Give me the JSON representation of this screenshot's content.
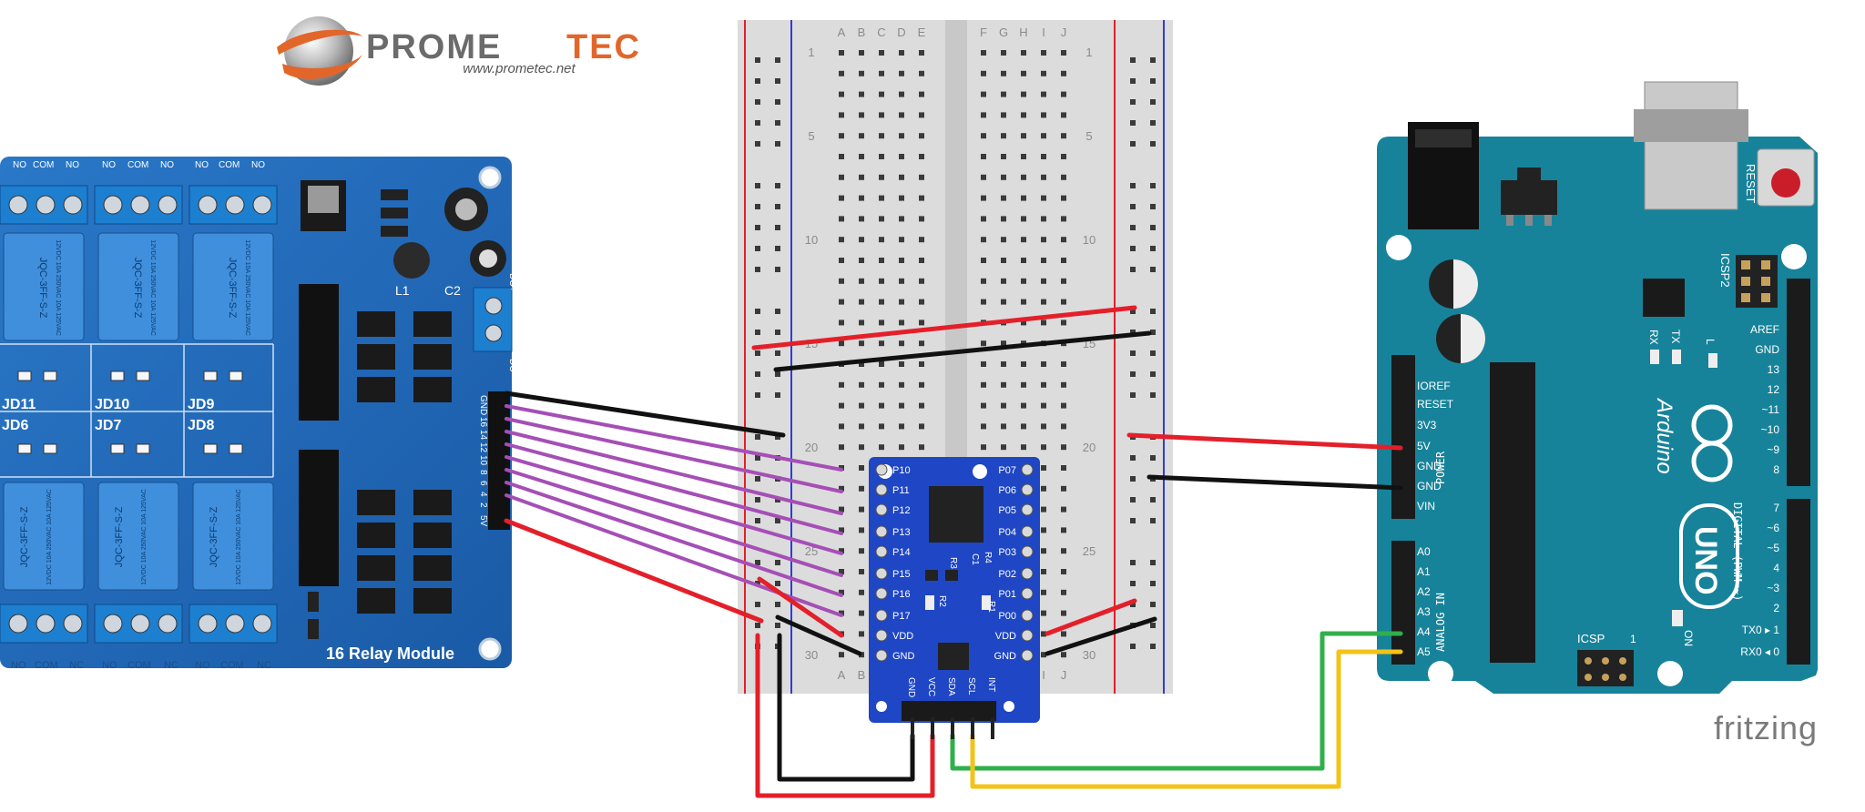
{
  "logo": {
    "name_dark": "PROME",
    "name_accent": "TEC",
    "url": "www.prometec.net"
  },
  "breadboard": {
    "columns_left": [
      "A",
      "B",
      "C",
      "D",
      "E"
    ],
    "columns_right": [
      "F",
      "G",
      "H",
      "I",
      "J"
    ],
    "row_numbers": [
      "1",
      "5",
      "10",
      "15",
      "20",
      "25",
      "30"
    ]
  },
  "relay_module": {
    "label": "16 Relay Module",
    "terminal_labels": [
      "NO",
      "COM",
      "NC"
    ],
    "relay_ids": [
      "JD11",
      "JD10",
      "JD9",
      "JD6",
      "JD7",
      "JD8"
    ],
    "relay_part": "JQC-3FF-S-Z",
    "relay_rating": "12VDC 10A 250VAC 10A 125VAC",
    "capacitor_label": "C2",
    "inductor_label": "L1",
    "dc_labels": [
      "DC+",
      "DC-"
    ],
    "pin_header_labels": [
      "GND",
      "16",
      "14",
      "12",
      "10",
      "8",
      "6",
      "4",
      "2",
      "5V"
    ]
  },
  "expander": {
    "left_pins": [
      "P10",
      "P11",
      "P12",
      "P13",
      "P14",
      "P15",
      "P16",
      "P17",
      "VDD",
      "GND"
    ],
    "right_pins": [
      "P07",
      "P06",
      "P05",
      "P04",
      "P03",
      "P02",
      "P01",
      "P00",
      "VDD",
      "GND"
    ],
    "bottom_pins": [
      "GND",
      "VCC",
      "SDA",
      "SCL",
      "INT"
    ],
    "component_labels": [
      "R1",
      "R2",
      "R3",
      "R4",
      "C1"
    ]
  },
  "arduino": {
    "brand": "Arduino",
    "model": "UNO",
    "reset_label": "RESET",
    "icsp_label": "ICSP",
    "icsp2_label": "ICSP2",
    "power_pins": [
      "IOREF",
      "RESET",
      "3V3",
      "5V",
      "GND",
      "GND",
      "VIN"
    ],
    "power_label": "POWER",
    "analog_pins": [
      "A0",
      "A1",
      "A2",
      "A3",
      "A4",
      "A5"
    ],
    "analog_label": "ANALOG IN",
    "digital_pins_top": [
      "AREF",
      "GND",
      "13",
      "12",
      "~11",
      "~10",
      "~9",
      "8"
    ],
    "digital_pins_bottom": [
      "7",
      "~6",
      "~5",
      "4",
      "~3",
      "2",
      "TX0 ▸ 1",
      "RX0 ◂ 0"
    ],
    "digital_label": "DIGITAL (PWM=~)",
    "led_labels": [
      "TX",
      "RX",
      "L"
    ],
    "on_label": "ON",
    "icsp_pin1": "1"
  },
  "watermark": "fritzing",
  "colors": {
    "board_teal": "#17839a",
    "relay_blue": "#1f66b8",
    "wire_red": "#e3202a",
    "wire_black": "#111111",
    "wire_purple": "#a54fb6",
    "wire_green": "#2fb04a",
    "wire_yellow": "#f3c318",
    "logo_orange": "#e2662a"
  }
}
